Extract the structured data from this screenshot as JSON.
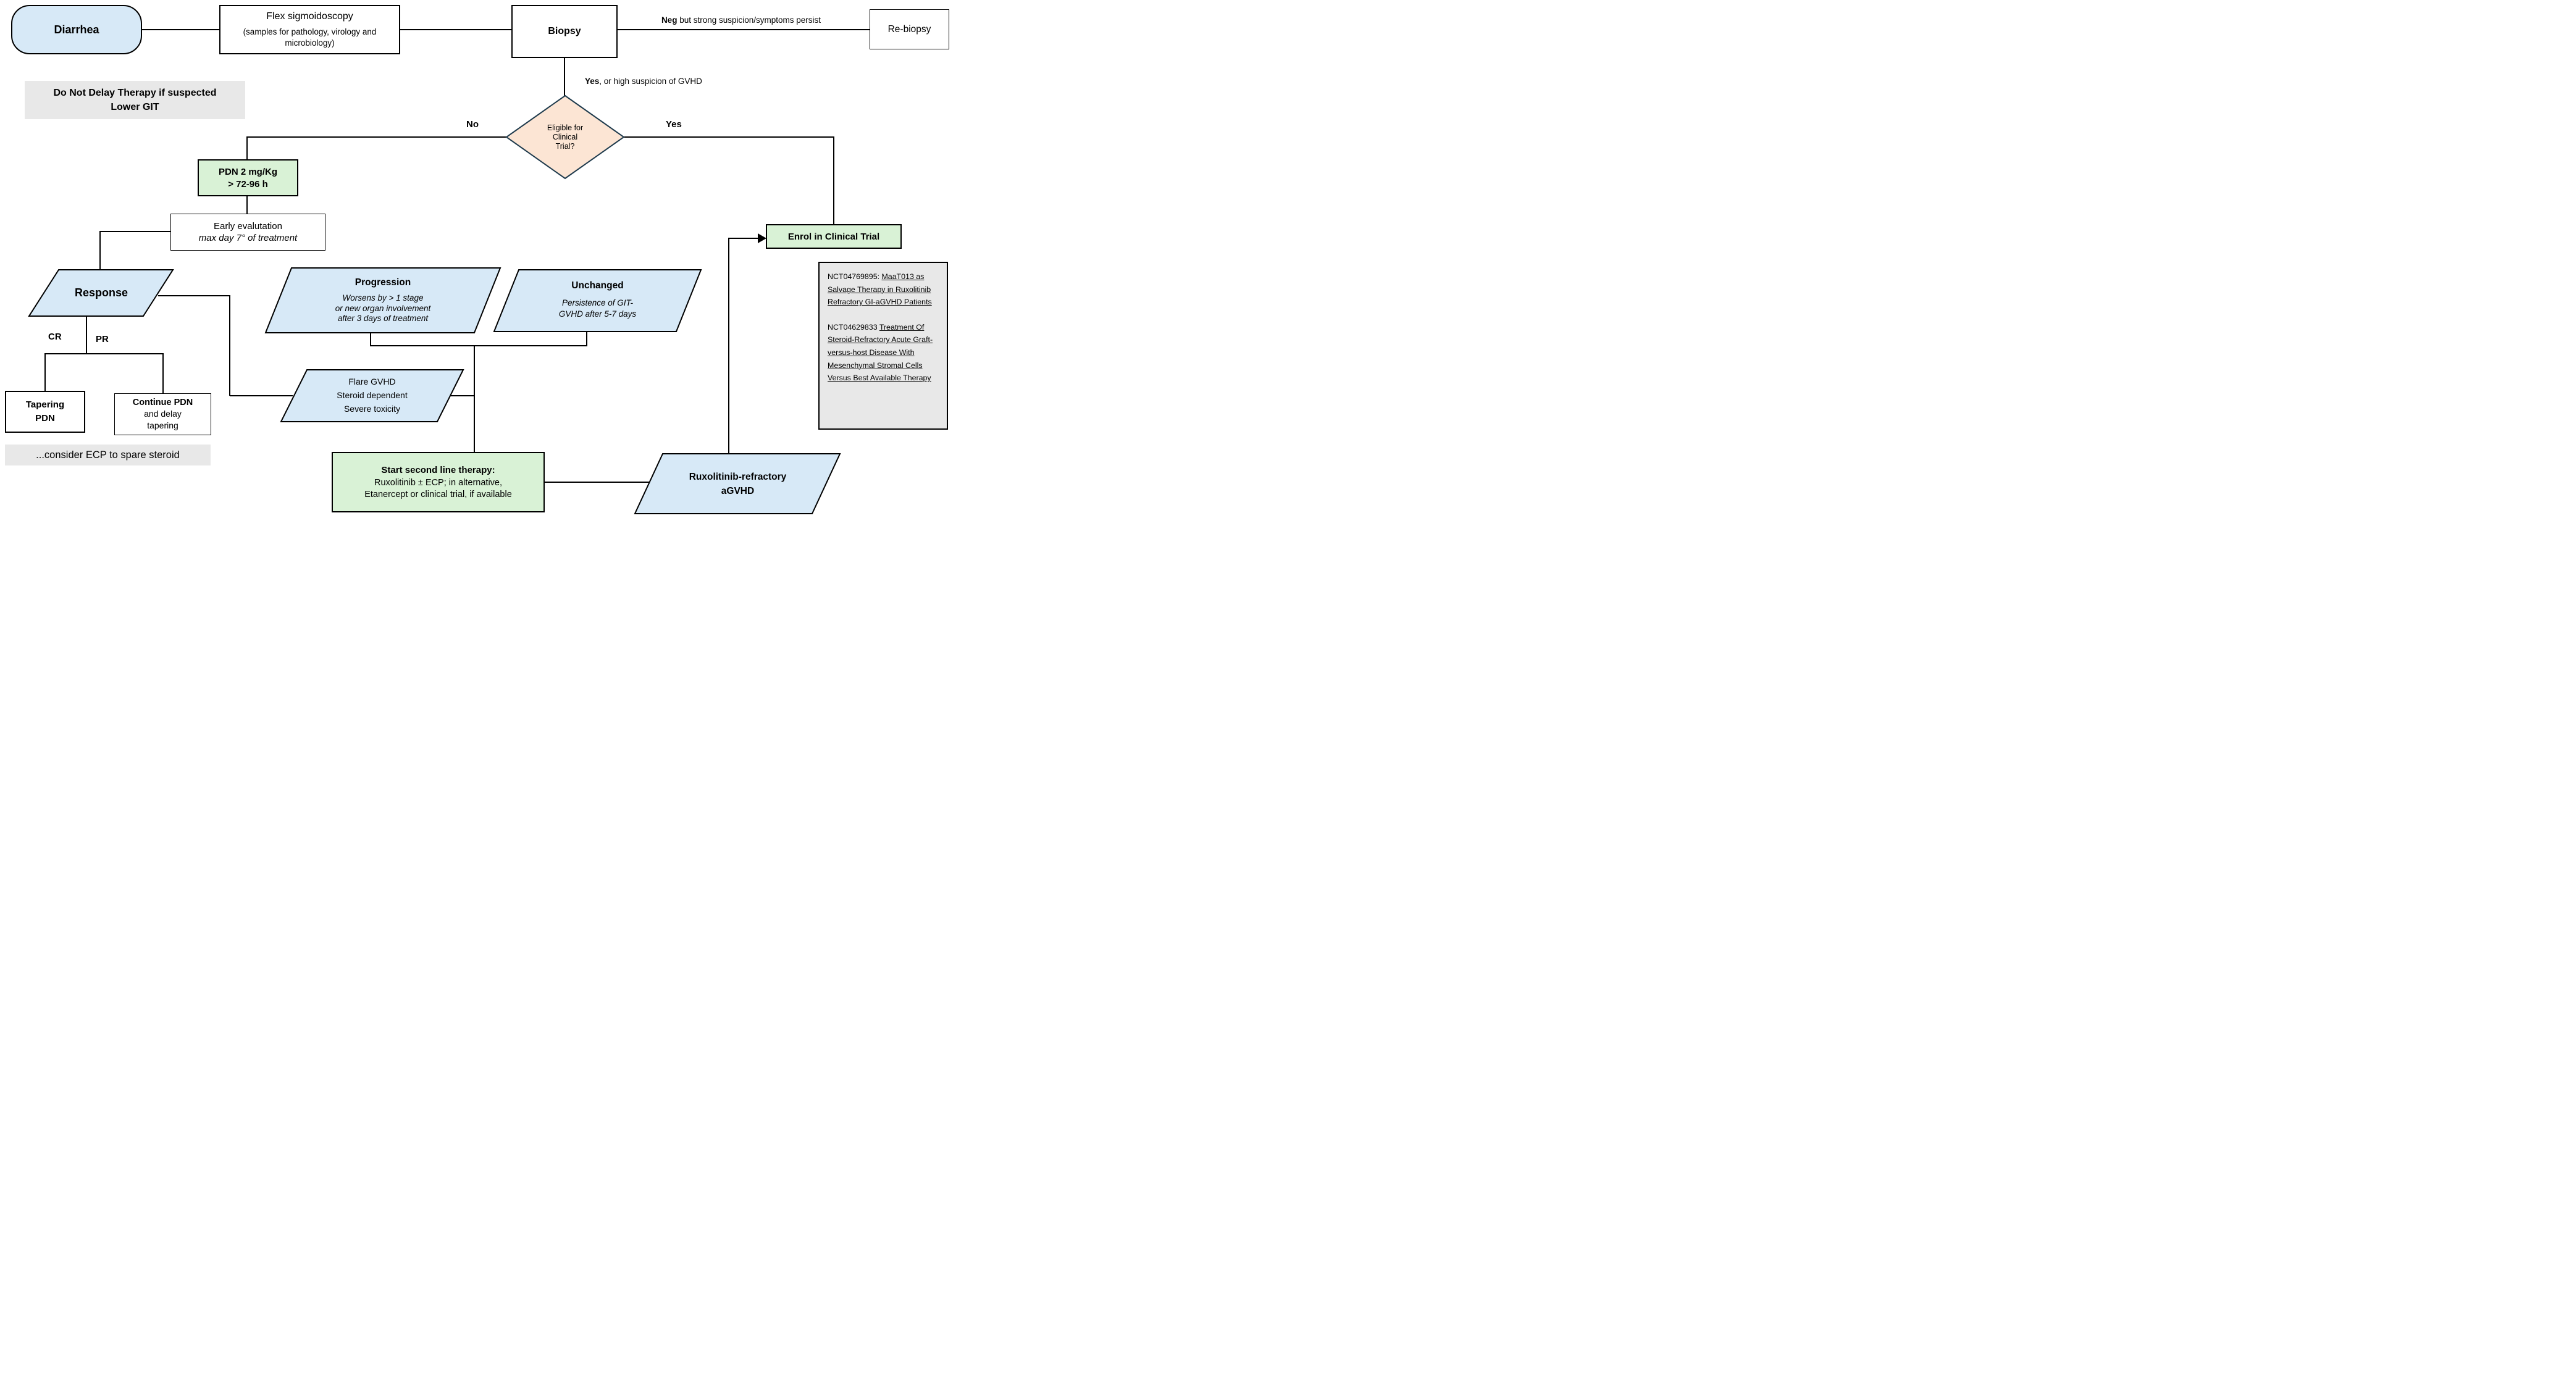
{
  "colors": {
    "light_blue": "#D7E9F7",
    "peach": "#FCE5D4",
    "green": "#D9F2D6",
    "gray_note": "#E8E8E8",
    "line": "#000000",
    "diamond_border": "#1E3A4C"
  },
  "nodes": {
    "diarrhea": {
      "label": "Diarrhea"
    },
    "flex": {
      "title": "Flex sigmoidoscopy",
      "subtitle": "(samples for pathology, virology and microbiology)"
    },
    "biopsy": {
      "label": "Biopsy"
    },
    "rebiopsy": {
      "label": "Re-biopsy"
    },
    "do_not_delay": {
      "label": "Do Not Delay Therapy if suspected Lower GIT"
    },
    "diamond": {
      "label": "Eligible for Clinical Trial?"
    },
    "pdn": {
      "line1": "PDN 2 mg/Kg",
      "line2": "> 72-96 h"
    },
    "early": {
      "line1": "Early evalutation",
      "line2": "max day 7° of treatment"
    },
    "response": {
      "label": "Response"
    },
    "tapering": {
      "label": "Tapering PDN"
    },
    "continue_pdn": {
      "bold": "Continue PDN",
      "rest": "and delay tapering"
    },
    "ecp_note": {
      "label": "...consider ECP to spare steroid"
    },
    "progression": {
      "title": "Progression",
      "line1": "Worsens by > 1 stage",
      "line2": "or new organ involvement",
      "line3": "after 3 days of treatment"
    },
    "unchanged": {
      "title": "Unchanged",
      "line1": "Persistence of GIT-",
      "line2": "GVHD  after 5-7 days"
    },
    "flare": {
      "line1": "Flare GVHD",
      "line2": "Steroid dependent",
      "line3": "Severe toxicity"
    },
    "start_second": {
      "title": "Start second line therapy:",
      "line1": "Ruxolitinib ± ECP; in alternative,",
      "line2": "Etanercept or clinical trial, if available"
    },
    "rux_refractory": {
      "label": "Ruxolitinib-refractory aGVHD"
    },
    "enrol": {
      "label": "Enrol in Clinical Trial"
    },
    "nct": {
      "p1_prefix": "NCT04769895: ",
      "p1_link": "MaaT013 as Salvage Therapy in Ruxolitinib Refractory GI-aGVHD Patients",
      "p2_prefix": "NCT04629833 ",
      "p2_link": "Treatment Of Steroid-Refractory Acute Graft-versus-host Disease With Mesenchymal Stromal Cells Versus Best Available Therapy"
    }
  },
  "edges": {
    "neg_bold": "Neg",
    "neg_rest": " but strong suspicion/symptoms  persist",
    "yes_gvhd_bold": "Yes",
    "yes_gvhd_rest": ", or high suspicion of GVHD",
    "no": "No",
    "yes": "Yes",
    "cr": "CR",
    "pr": "PR"
  }
}
